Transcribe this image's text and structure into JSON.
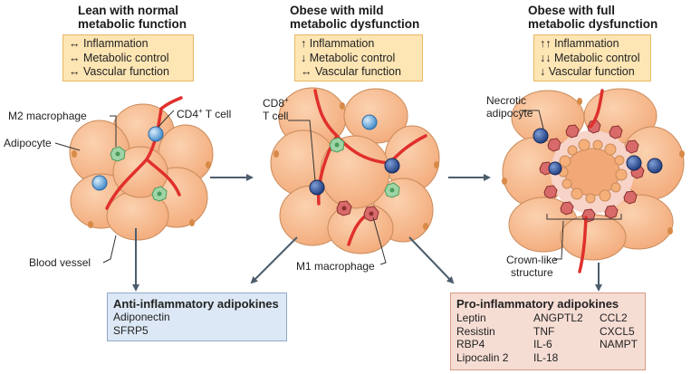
{
  "stages": [
    {
      "title_line1": "Lean with normal",
      "title_line2": "metabolic function",
      "markers": [
        {
          "symbol": "↔",
          "text": "Inflammation"
        },
        {
          "symbol": "↔",
          "text": "Metabolic control"
        },
        {
          "symbol": "↔",
          "text": "Vascular function"
        }
      ]
    },
    {
      "title_line1": "Obese with mild",
      "title_line2": "metabolic dysfunction",
      "markers": [
        {
          "symbol": "↑",
          "text": "Inflammation"
        },
        {
          "symbol": "↓",
          "text": "Metabolic control"
        },
        {
          "symbol": "↔",
          "text": "Vascular function"
        }
      ]
    },
    {
      "title_line1": "Obese with full",
      "title_line2": "metabolic dysfunction",
      "markers": [
        {
          "symbol": "↑↑",
          "text": "Inflammation"
        },
        {
          "symbol": "↓↓",
          "text": "Metabolic control"
        },
        {
          "symbol": "↓",
          "text": "Vascular function"
        }
      ]
    }
  ],
  "labels": {
    "m2_macrophage": "M2 macrophage",
    "cd4_t_cell": "CD4",
    "cd4_sup": "+",
    "cd4_suffix": " T cell",
    "adipocyte": "Adipocyte",
    "blood_vessel": "Blood vessel",
    "cd8_line1": "CD8",
    "cd8_sup": "+",
    "cd8_line2": "T cell",
    "m1_macrophage": "M1 macrophage",
    "necrotic_line1": "Necrotic",
    "necrotic_line2": "adipocyte",
    "crown_line1": "Crown-like",
    "crown_line2": "structure"
  },
  "anti_inflammatory": {
    "title": "Anti-inflammatory adipokines",
    "items": [
      "Adiponectin",
      "SFRP5"
    ]
  },
  "pro_inflammatory": {
    "title": "Pro-inflammatory adipokines",
    "columns": [
      [
        "Leptin",
        "Resistin",
        "RBP4",
        "Lipocalin 2"
      ],
      [
        "ANGPTL2",
        "TNF",
        "IL-6",
        "IL-18"
      ],
      [
        "CCL2",
        "CXCL5",
        "NAMPT"
      ]
    ]
  },
  "colors": {
    "adipocyte": "#f7b98c",
    "adipocyte_edge": "#c98a5a",
    "vessel": "#e0302c",
    "marker_box": "#fde5b4",
    "anti_panel": "#dce8f5",
    "pro_panel": "#f6ddd4",
    "arrow": "#4d5d6c"
  }
}
